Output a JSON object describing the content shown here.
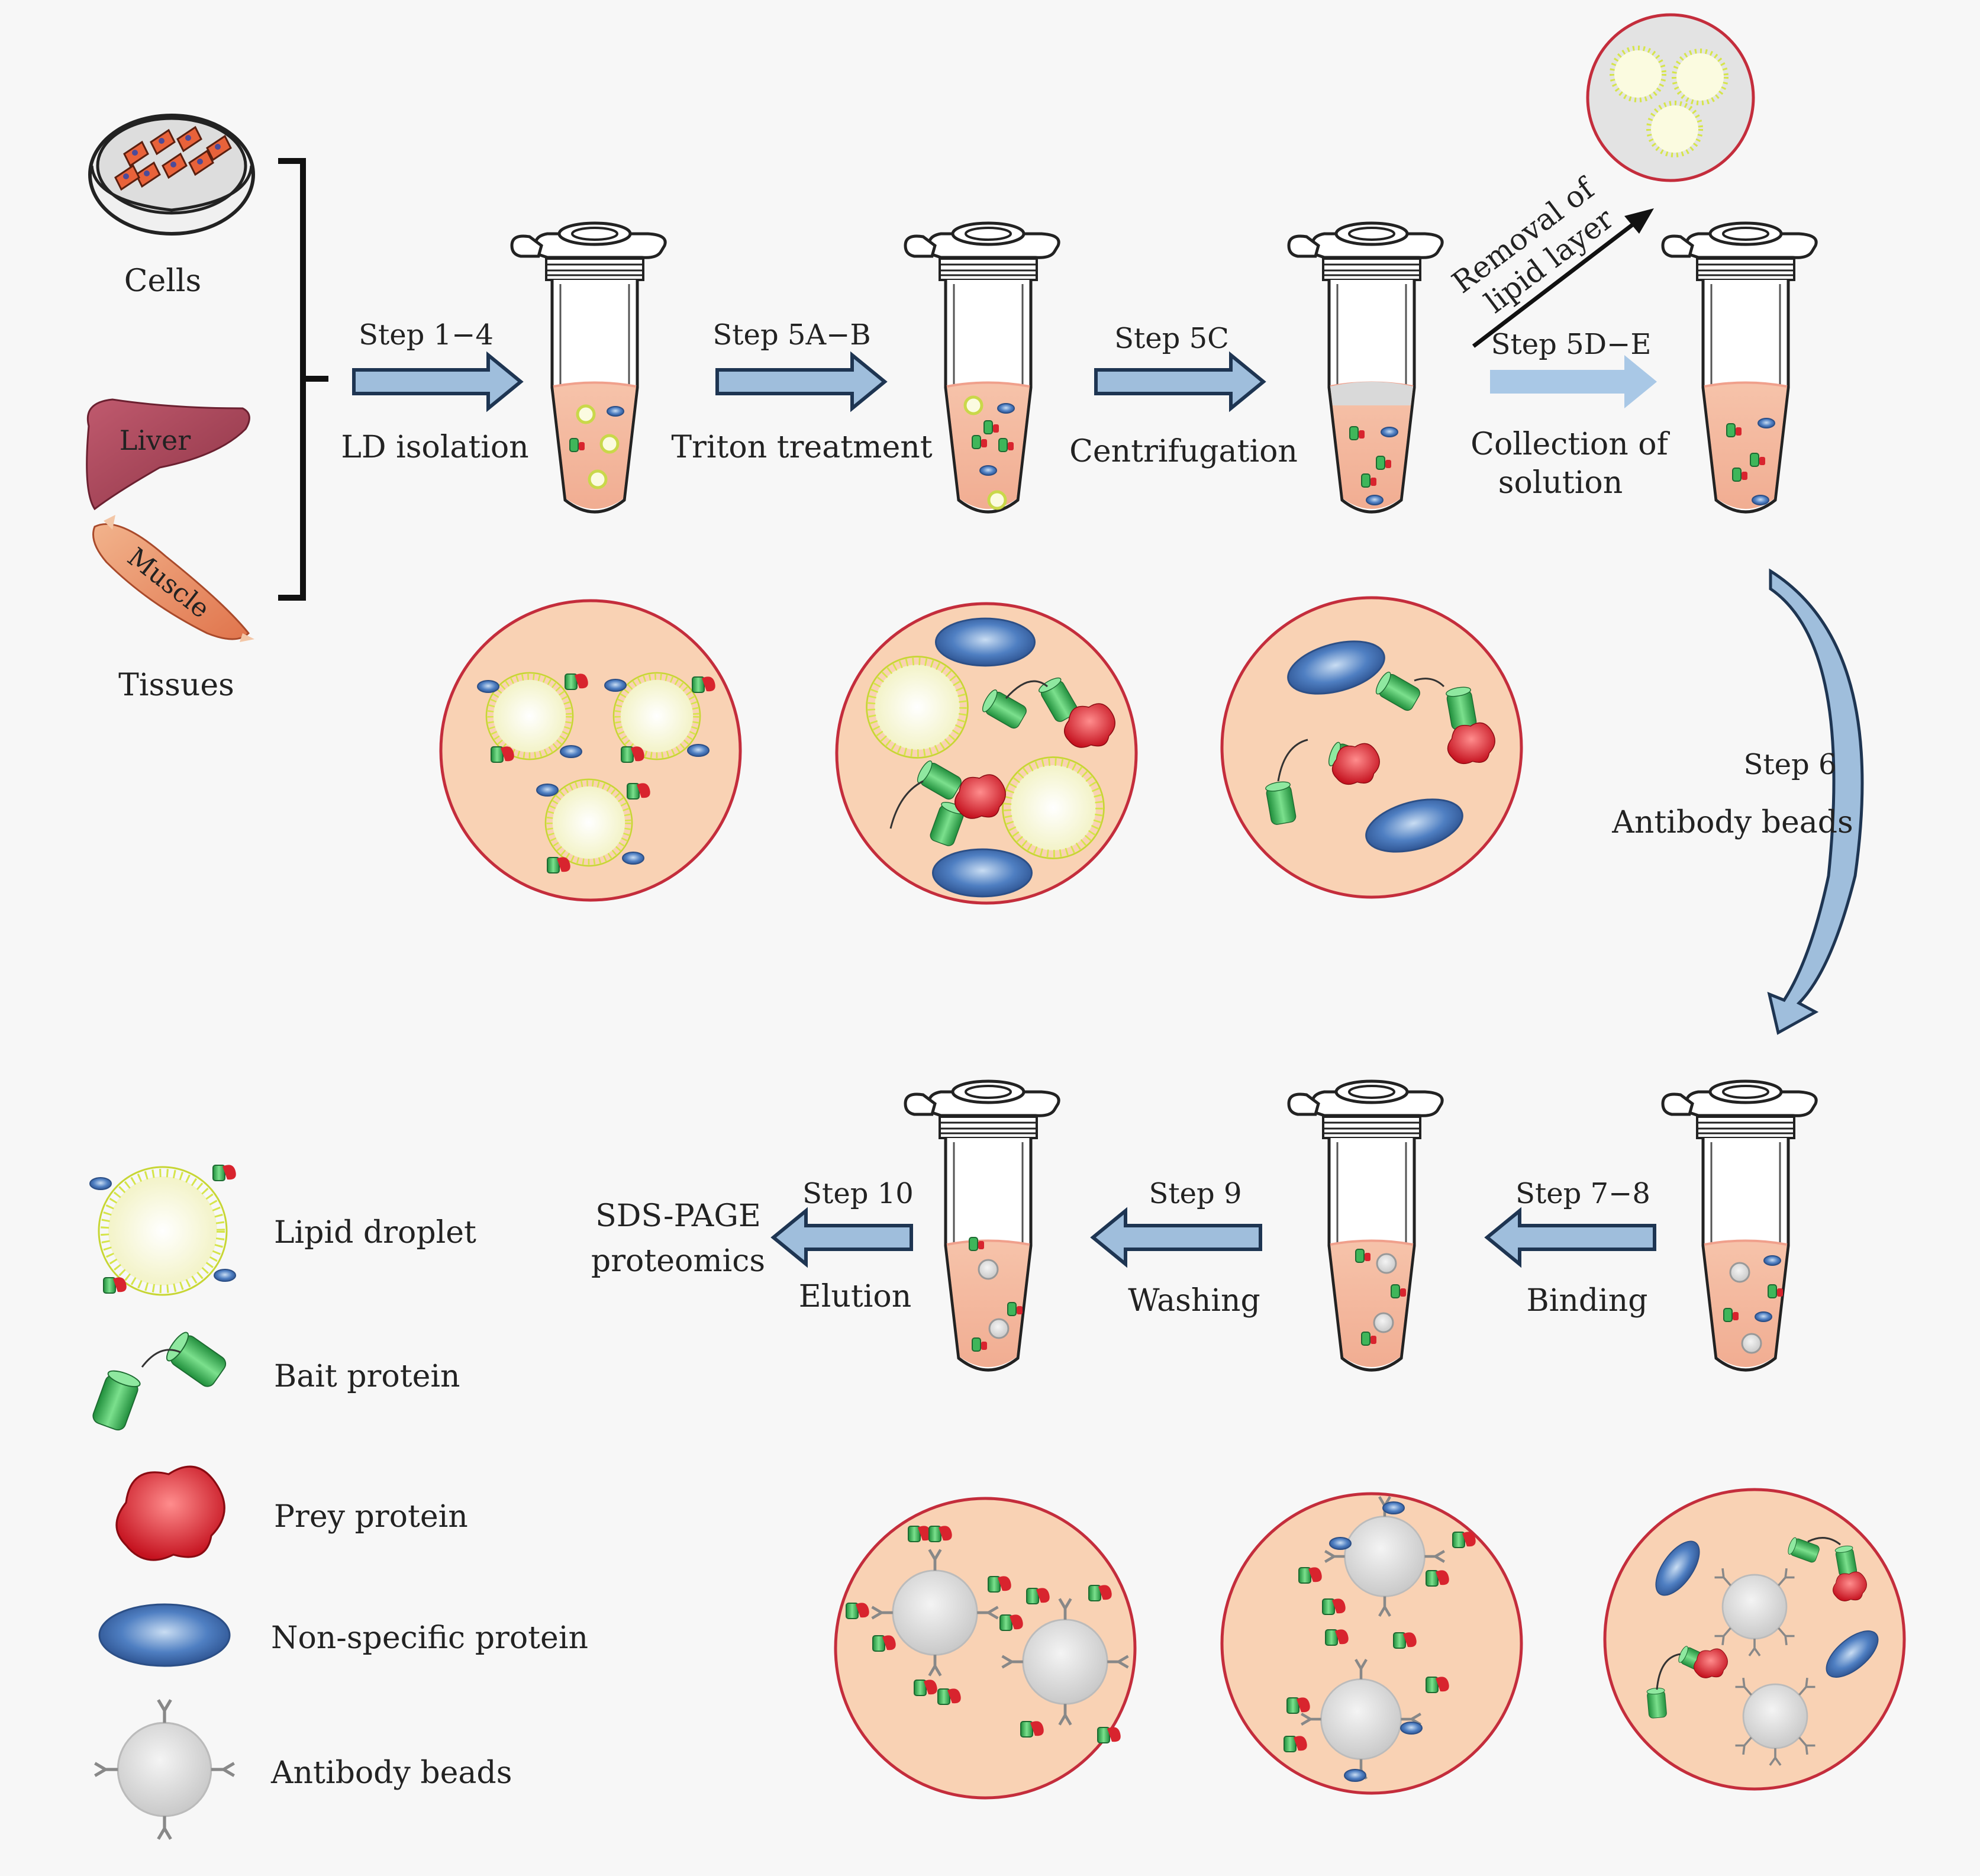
{
  "sources": {
    "cells_label": "Cells",
    "liver_label": "Liver",
    "muscle_label": "Muscle",
    "tissues_label": "Tissues"
  },
  "top_steps": [
    {
      "step": "Step 1−4",
      "action": "LD isolation"
    },
    {
      "step": "Step 5A−B",
      "action": "Triton treatment"
    },
    {
      "step": "Step 5C",
      "action": "Centrifugation"
    },
    {
      "step": "Step 5D−E",
      "action": "Collection of",
      "action2": "solution"
    }
  ],
  "lipid_removal": {
    "line1": "Removal of",
    "line2": "lipid layer"
  },
  "step6": {
    "step": "Step 6",
    "action": "Antibody beads"
  },
  "bottom_steps": [
    {
      "step": "Step 7−8",
      "action": "Binding"
    },
    {
      "step": "Step 9",
      "action": "Washing"
    },
    {
      "step": "Step 10",
      "action": "Elution"
    }
  ],
  "output": {
    "line1": "SDS-PAGE",
    "line2": "proteomics"
  },
  "legend": [
    {
      "label": "Lipid droplet",
      "icon": "lipid-droplet-icon"
    },
    {
      "label": "Bait protein",
      "icon": "bait-protein-icon"
    },
    {
      "label": "Prey protein",
      "icon": "prey-protein-icon"
    },
    {
      "label": "Non-specific protein",
      "icon": "non-specific-protein-icon"
    },
    {
      "label": "Antibody beads",
      "icon": "antibody-beads-icon"
    }
  ],
  "colors": {
    "arrow_fill": "#9fbedc",
    "arrow_stroke": "#1e3552",
    "light_arrow": "#a9c8e6",
    "circle_fill": "#f9d2b4",
    "circle_stroke": "#c42d3c",
    "lipid_yellow": "#d6e54a",
    "lipid_core": "#fbfbe0",
    "bait_green": "#3fb65a",
    "prey_red": "#d8242e",
    "nonspecific_blue": "#3f6db0",
    "bead_gray": "#d9d9d9"
  }
}
